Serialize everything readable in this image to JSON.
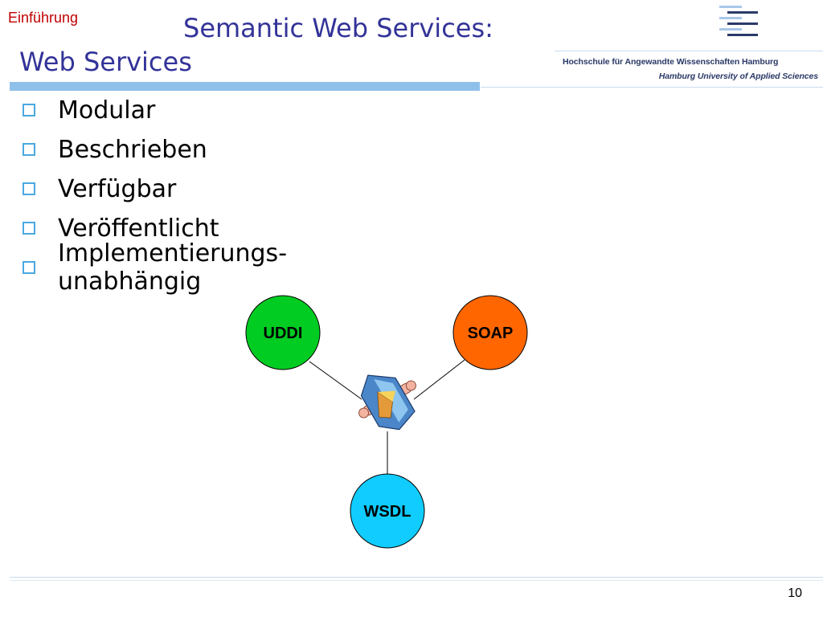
{
  "header": {
    "section": "Einführung",
    "title_line1": "Semantic Web Services:",
    "title_line2": "Web Services"
  },
  "logo": {
    "line1": "Hochschule für Angewandte Wissenschaften Hamburg",
    "line2": "Hamburg University of Applied Sciences"
  },
  "bullets": [
    {
      "label": "Modular"
    },
    {
      "label": "Beschrieben"
    },
    {
      "label": "Verfügbar"
    },
    {
      "label": "Veröffentlicht"
    },
    {
      "label": "Implementierungs-unabhängig"
    }
  ],
  "diagram": {
    "nodes": [
      {
        "label": "UDDI",
        "color": "#00cc22"
      },
      {
        "label": "SOAP",
        "color": "#ff6600"
      },
      {
        "label": "WSDL",
        "color": "#11ccff"
      }
    ],
    "center_icon": "web-service-icon"
  },
  "footer": {
    "page_number": "10"
  },
  "colors": {
    "title": "#333399",
    "section": "#c00000",
    "accent": "#8fc0ea",
    "bullet_box": "#4aa8e0"
  }
}
